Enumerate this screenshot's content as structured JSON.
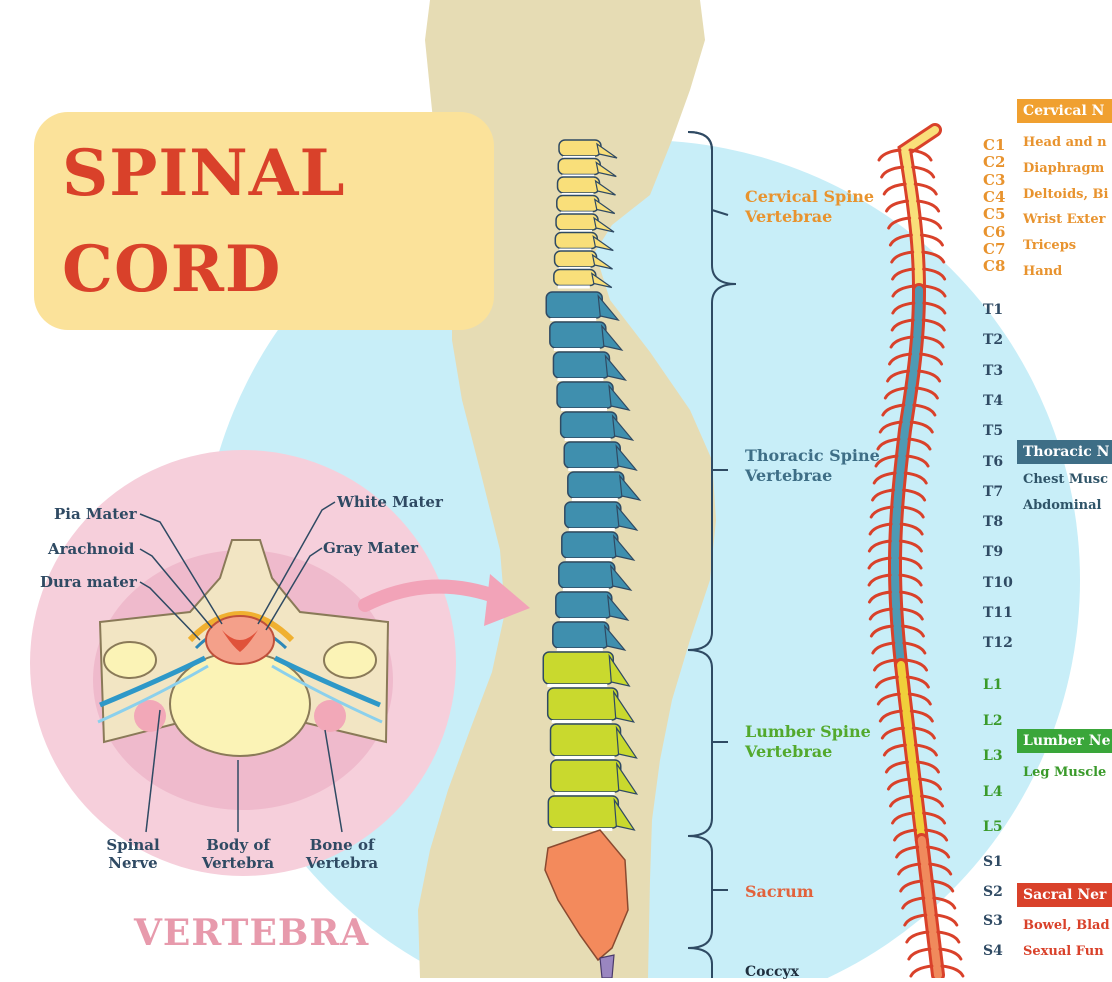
{
  "title": {
    "line1": "SPINAL",
    "line2": "CORD"
  },
  "vertebra": {
    "title": "VERTEBRA",
    "labels": {
      "pia_mater": "Pia Mater",
      "arachnoid": "Arachnoid",
      "dura_mater": "Dura mater",
      "white_mater": "White Mater",
      "gray_mater": "Gray Mater",
      "spinal_nerve": [
        "Spinal",
        "Nerve"
      ],
      "body_of_vertebra": [
        "Body of",
        "Vertebra"
      ],
      "bone_of_vertebra": [
        "Bone of",
        "Vertebra"
      ]
    }
  },
  "regions": [
    {
      "id": "cervical",
      "label": [
        "Cervical Spine",
        "Vertebrae"
      ],
      "color": "#e8932e"
    },
    {
      "id": "thoracic",
      "label": [
        "Thoracic Spine",
        "Vertebrae"
      ],
      "color": "#3e6e86"
    },
    {
      "id": "lumbar",
      "label": [
        "Lumber Spine",
        "Vertebrae"
      ],
      "color": "#53a92d"
    },
    {
      "id": "sacrum",
      "label": [
        "Sacrum"
      ],
      "color": "#e2623c"
    },
    {
      "id": "coccyx",
      "label": [
        "Coccyx"
      ],
      "color": "#1f2f3f"
    }
  ],
  "segments": {
    "cervical": [
      "C1",
      "C2",
      "C3",
      "C4",
      "C5",
      "C6",
      "C7",
      "C8"
    ],
    "thoracic": [
      "T1",
      "T2",
      "T3",
      "T4",
      "T5",
      "T6",
      "T7",
      "T8",
      "T9",
      "T10",
      "T11",
      "T12"
    ],
    "lumbar": [
      "L1",
      "L2",
      "L3",
      "L4",
      "L5"
    ],
    "sacral": [
      "S1",
      "S2",
      "S3",
      "S4"
    ]
  },
  "nerve_groups": [
    {
      "id": "cervical",
      "heading": "Cervical N",
      "color": "#f0a030",
      "functions": [
        "Head and n",
        "Diaphragm",
        "Deltoids, Bi",
        "Wrist Exter",
        "Triceps",
        "Hand"
      ]
    },
    {
      "id": "thoracic",
      "heading": "Thoracic N",
      "color": "#3e6e86",
      "functions": [
        "Chest Musc",
        "Abdominal"
      ]
    },
    {
      "id": "lumbar",
      "heading": "Lumber Ne",
      "color": "#3aa63a",
      "functions": [
        "Leg Muscle"
      ]
    },
    {
      "id": "sacral",
      "heading": "Sacral Ner",
      "color": "#d9412a",
      "functions": [
        "Bowel, Blad",
        "Sexual Fun"
      ]
    }
  ],
  "colors": {
    "background_circle": "#c8eef8",
    "silhouette": "#e6dcb4",
    "title_box": "#fbe29a",
    "title_text": "#d9412a",
    "vertebra_circle": "#f6cfdb",
    "vertebra_title": "#e79aac",
    "cervical_bone": "#f9df7a",
    "thoracic_bone": "#3f8fae",
    "lumbar_bone": "#c9d92e",
    "sacrum_bone": "#f38a5c",
    "label_text": "#2f4a63"
  }
}
